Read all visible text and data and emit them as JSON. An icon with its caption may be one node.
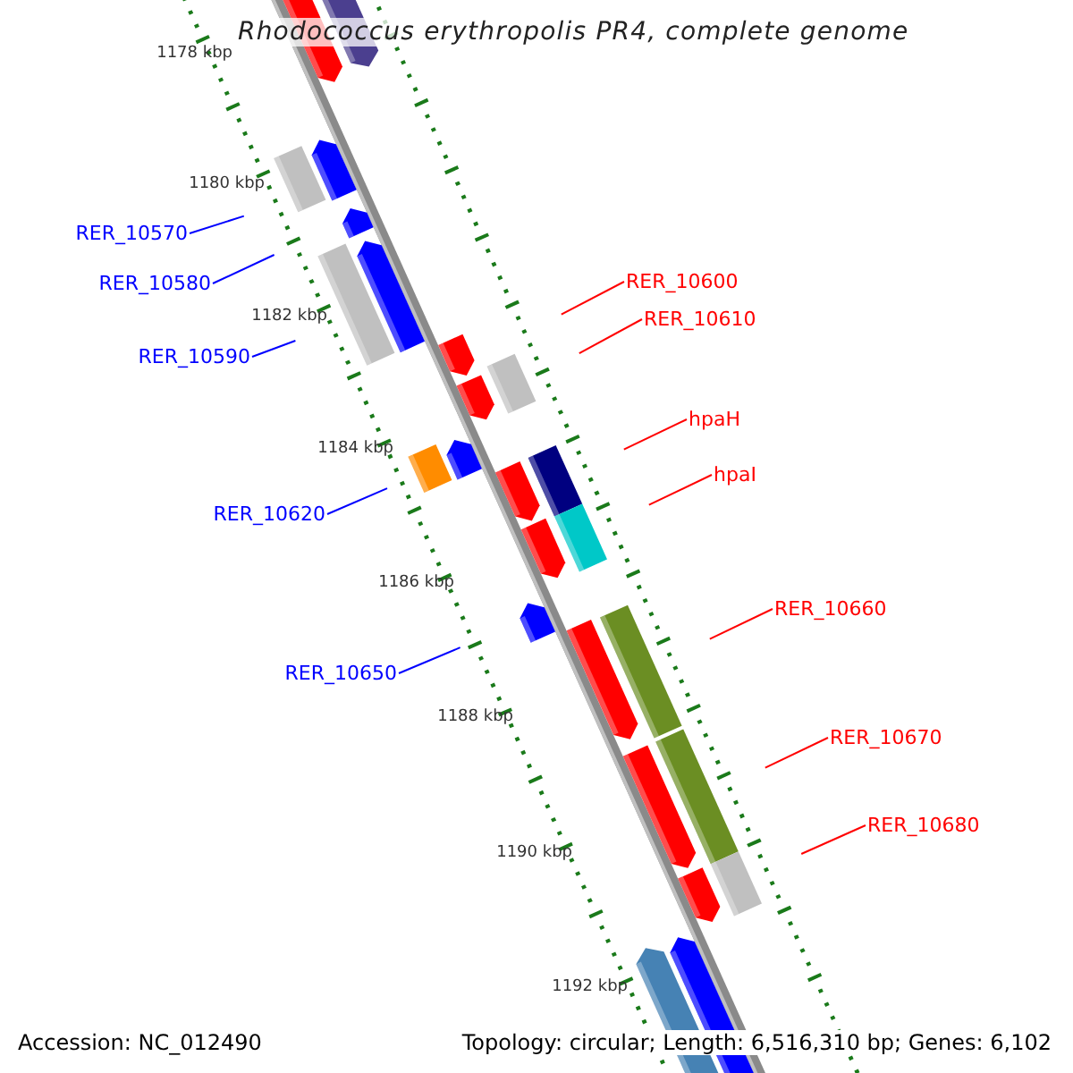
{
  "diagram": {
    "title": "Rhodococcus erythropolis PR4, complete genome",
    "nodes": [
      {
        "text": [
          "RER_10570"
        ]
      },
      {
        "text": [
          "RER_10600"
        ]
      },
      {
        "text": [
          "RER_10580"
        ]
      },
      {
        "text": [
          "RER_10610"
        ]
      },
      {
        "text": [
          "RER_10590"
        ]
      },
      {
        "text": [
          "hpaH"
        ]
      },
      {
        "text": [
          "hpaI"
        ]
      },
      {
        "text": [
          "RER_10620"
        ]
      },
      {
        "text": [
          "RER_10660"
        ]
      },
      {
        "text": [
          "RER_10650"
        ]
      },
      {
        "text": [
          "RER_10670"
        ]
      },
      {
        "text": [
          "RER_10680"
        ]
      }
    ],
    "edges": [
      {
        "from": 0,
        "to": null,
        "arrow": "none",
        "color": "#0000ff"
      },
      {
        "from": 1,
        "to": null,
        "arrow": "none"
      },
      {
        "from": 2,
        "to": null,
        "arrow": "none",
        "color": "#0000ff"
      },
      {
        "from": 3,
        "to": null,
        "arrow": "none"
      },
      {
        "from": 4,
        "to": null,
        "arrow": "none",
        "color": "#0000ff"
      },
      {
        "from": 5,
        "to": null,
        "arrow": "none"
      },
      {
        "from": 6,
        "to": null,
        "arrow": "none"
      },
      {
        "from": 7,
        "to": null,
        "arrow": "none",
        "color": "#0000ff"
      },
      {
        "from": 8,
        "to": null,
        "arrow": "none"
      },
      {
        "from": 9,
        "to": null,
        "arrow": "none",
        "color": "#0000ff"
      },
      {
        "from": 10,
        "to": null,
        "arrow": "none"
      },
      {
        "from": 11,
        "to": null,
        "arrow": "none"
      }
    ],
    "labels": [
      "1178 kbp",
      "1180 kbp",
      "1182 kbp",
      "1184 kbp",
      "1186 kbp",
      "1188 kbp",
      "1190 kbp",
      "1192 kbp",
      "Accession: NC_012490",
      "Topology: circular; Length: 6,516,310 bp; Genes: 6,102"
    ]
  }
}
